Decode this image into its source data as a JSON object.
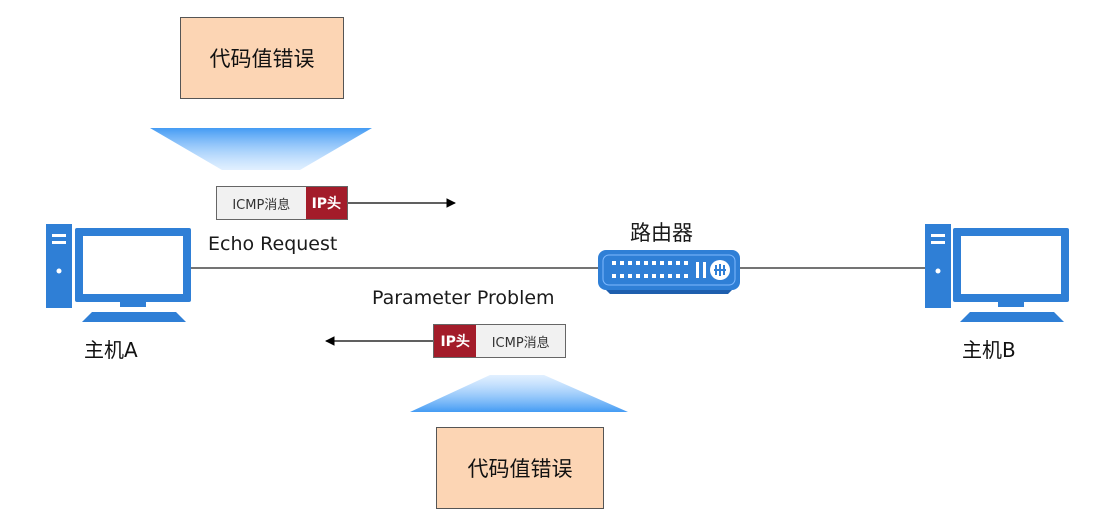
{
  "error_boxes": {
    "top": "代码值错误",
    "bottom": "代码值错误"
  },
  "packets": {
    "request": {
      "msg": "ICMP消息",
      "hdr": "IP头"
    },
    "reply": {
      "hdr": "IP头",
      "msg": "ICMP消息"
    }
  },
  "labels": {
    "echo_request": "Echo Request",
    "parameter_problem": "Parameter Problem",
    "router": "路由器",
    "host_a": "主机A",
    "host_b": "主机B"
  },
  "colors": {
    "error_fill": "#fcd5b4",
    "ip_header": "#a31c2a",
    "device_blue": "#2f7fd6",
    "funnel_blue": "#4aa3ff"
  },
  "icons": {
    "computer": "desktop-computer-icon",
    "router": "router-switch-icon"
  }
}
